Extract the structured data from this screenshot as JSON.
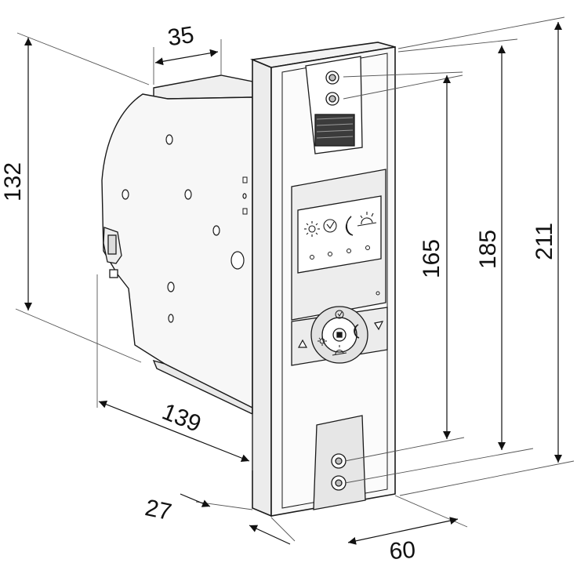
{
  "colors": {
    "line": "#1a1a1a",
    "thin": "#444444",
    "body": "#f6f6f6",
    "panel": "#ebebeb",
    "dark": "#2a2a2a"
  },
  "dimensions": {
    "height_motor": "132",
    "depth_top": "35",
    "depth_bottom": "139",
    "front_depth": "27",
    "width": "60",
    "height_inner": "165",
    "height_mid": "185",
    "height_total": "211"
  },
  "icons": {
    "sun": "sun-icon",
    "clock": "clock-icon",
    "moon": "moon-icon",
    "dusk": "sunset-icon",
    "up": "arrow-up-icon",
    "down": "arrow-down-icon",
    "stop": "stop-icon"
  }
}
